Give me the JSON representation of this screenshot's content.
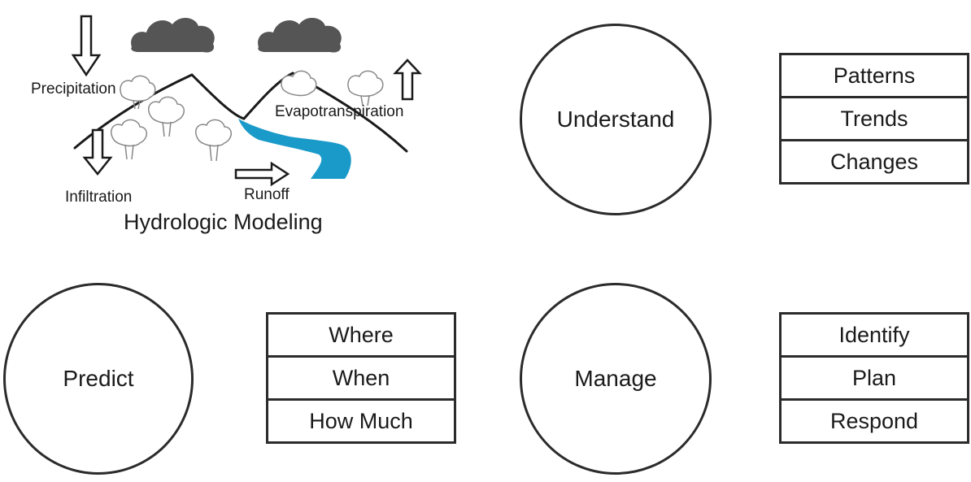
{
  "illustration": {
    "labels": {
      "precipitation": "Precipitation",
      "evapotranspiration": "Evapotranspiration",
      "infiltration": "Infiltration",
      "runoff": "Runoff"
    },
    "title": "Hydrologic Modeling",
    "colors": {
      "cloud": "#555555",
      "river": "#1a9ac9",
      "line": "#1a1a1a"
    }
  },
  "sections": {
    "understand": {
      "label": "Understand",
      "items": [
        "Patterns",
        "Trends",
        "Changes"
      ]
    },
    "predict": {
      "label": "Predict",
      "items": [
        "Where",
        "When",
        "How Much"
      ]
    },
    "manage": {
      "label": "Manage",
      "items": [
        "Identify",
        "Plan",
        "Respond"
      ]
    }
  }
}
